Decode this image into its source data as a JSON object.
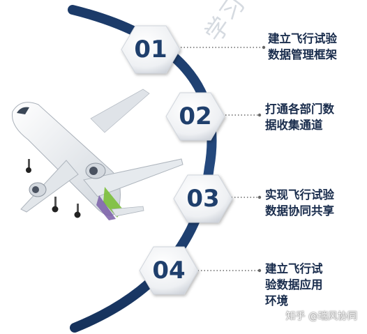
{
  "steps": [
    {
      "number": "01",
      "lines": [
        "建立飞行试验",
        "数据管理框架"
      ]
    },
    {
      "number": "02",
      "lines": [
        "打通各部门数",
        "据收集通道"
      ]
    },
    {
      "number": "03",
      "lines": [
        "实现飞行试验",
        "数据协同共享"
      ]
    },
    {
      "number": "04",
      "lines": [
        "建立飞行试",
        "验数据应用",
        "环境"
      ]
    }
  ],
  "watermark": "知乎 @瑞风协同",
  "background_mark": "学习",
  "colors": {
    "arc_navy": "#1e3d6b",
    "number_text": "#1f3f6c",
    "step_text": "#1a2d4d",
    "plane_body": "#eef1f4",
    "plane_accent": "#7bbf3a",
    "plane_accent2": "#7a5ea8"
  }
}
